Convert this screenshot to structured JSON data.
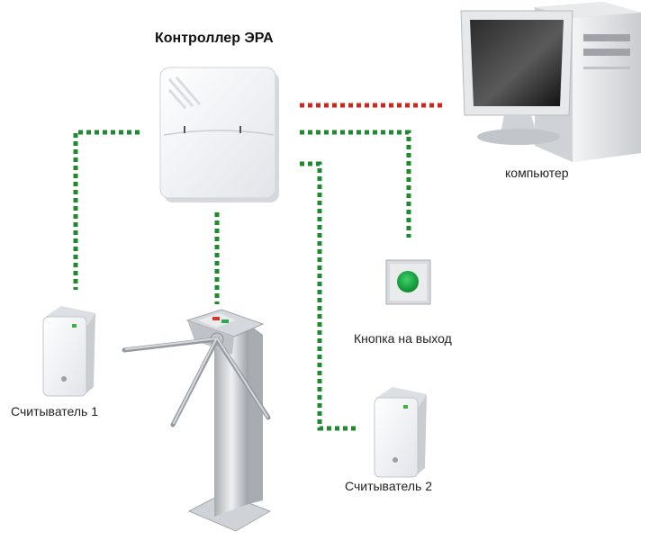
{
  "labels": {
    "controller": "Контроллер ЭРА",
    "computer": "компьютер",
    "exit_button": "Кнопка на выход",
    "reader1": "Считыватель 1",
    "reader2": "Считыватель 2"
  },
  "colors": {
    "data_link": "#1e8a2e",
    "network_link": "#d0271d",
    "button_green": "#0aa83a"
  },
  "icons": {
    "controller": "controller-box-icon",
    "computer": "desktop-computer-icon",
    "exit_button": "exit-button-icon",
    "reader": "card-reader-icon",
    "turnstile": "tripod-turnstile-icon"
  }
}
